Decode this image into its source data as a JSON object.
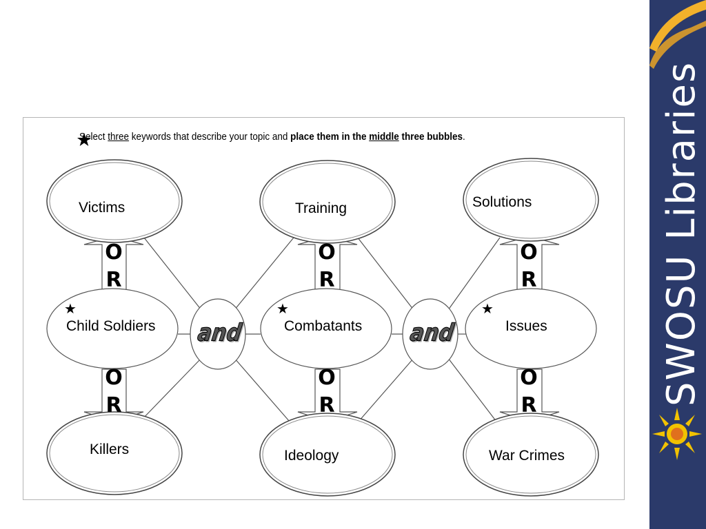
{
  "instruction": {
    "part1": "Select ",
    "part2": "three",
    "part3": " keywords that describe your topic and ",
    "part4": "place them in the ",
    "part5": "middle",
    "part6": " three bubbles",
    "part7": "."
  },
  "bubbles": {
    "top_left": "Victims",
    "top_middle": "Training",
    "top_right": "Solutions",
    "center_left": "Child Soldiers",
    "center_middle": "Combatants",
    "center_right": "Issues",
    "bottom_left": "Killers",
    "bottom_middle": "Ideology",
    "bottom_right": "War Crimes"
  },
  "connectors": {
    "or_o": "O",
    "or_r": "R",
    "and": "and",
    "star": "★"
  },
  "logo": {
    "text": "SWOSU Libraries",
    "colors": {
      "banner": "#2b3a6a",
      "swoosh": "#f2b12b",
      "sun": "#f2c200",
      "text": "#ffffff"
    }
  }
}
